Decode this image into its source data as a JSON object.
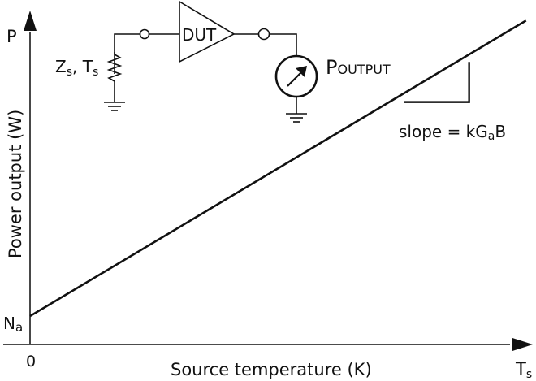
{
  "chart_data": {
    "type": "line",
    "title": "",
    "xlabel": "Source temperature (K)",
    "ylabel": "Power output (W)",
    "x_axis_symbol": "T",
    "x_axis_symbol_sub": "s",
    "y_axis_symbol": "P",
    "x_tick_labels": [
      "0"
    ],
    "y_intercept_label": "N",
    "y_intercept_label_sub": "a",
    "xlim": [
      0,
      1
    ],
    "ylim": [
      0,
      1
    ],
    "series": [
      {
        "name": "Power output",
        "x": [
          0,
          0.985
        ],
        "y": [
          0.085,
          0.97
        ]
      }
    ],
    "slope_triangle": {
      "x": [
        0.742,
        0.872
      ],
      "y": [
        0.726,
        0.846
      ],
      "label_prefix": "slope = kG",
      "label_sub": "a",
      "label_suffix": "B"
    },
    "grid": false
  },
  "circuit": {
    "source_label_z": "Z",
    "source_label_z_sub": "s",
    "source_label_sep": ", ",
    "source_label_t": "T",
    "source_label_t_sub": "s",
    "amplifier_label": "DUT",
    "meter_label": "P",
    "meter_label_sub": "OUTPUT"
  },
  "colors": {
    "ink": "#111111",
    "axis": "#333333",
    "background": "#ffffff"
  }
}
